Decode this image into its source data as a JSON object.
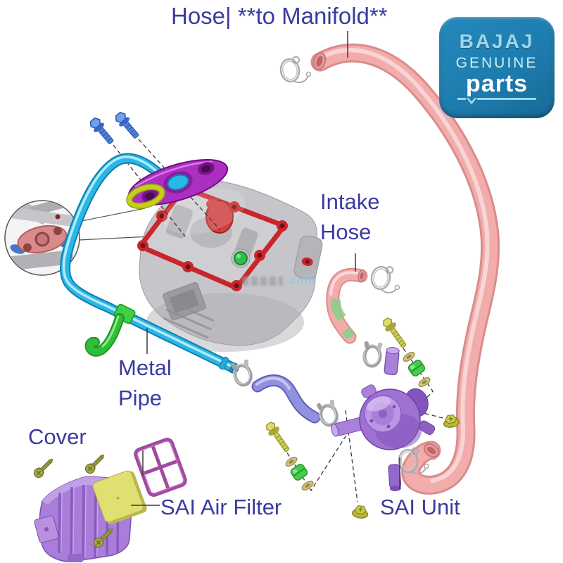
{
  "title": "Hose| **to Manifold**",
  "badge": {
    "brand": "BAJAJ",
    "genuine": "GENUINE",
    "parts": "parts"
  },
  "labels": {
    "intake_hose_line1": "Intake",
    "intake_hose_line2": "Hose",
    "metal_pipe_line1": "Metal",
    "metal_pipe_line2": "Pipe",
    "cover": "Cover",
    "sai_air_filter": "SAI Air Filter",
    "sai_unit": "SAI Unit"
  },
  "watermark_suffix": ".com",
  "colors": {
    "label_text": "#3A3AA0",
    "badge_bg": "#1E7CAE",
    "badge_text_light": "#9ED6EC",
    "hose_pink": "#F2ACAC",
    "pipe_cyan": "#2BB7E6",
    "connector_hose_purple": "#9191DE",
    "sai_unit_purple": "#9F72D2",
    "cover_purple": "#A97DD9",
    "filter_yellow": "#DCDC6E",
    "filter_frame_magenta": "#A04AA0",
    "flange_magenta": "#AB2FC0",
    "gasket_yellow": "#C6CE1E",
    "bolt_blue": "#4F80E0",
    "hardware_olive": "#C9C94A",
    "grommet_green": "#45CC4C",
    "head_gray": "#C6C6CA",
    "head_red": "#C9262C",
    "fitting_green": "#2FBE4A",
    "clamp_gray": "#9EA0A4"
  },
  "parts": [
    "hose-to-manifold",
    "intake-hose",
    "metal-pipe",
    "connector-hose",
    "sai-unit",
    "sai-air-filter",
    "filter-cover",
    "filter-frame",
    "cylinder-head",
    "mounting-flange",
    "flange-gasket",
    "flange-bolts",
    "mounting-bolts",
    "washers",
    "grommets",
    "spring-clamps",
    "wire-clamps",
    "cover-screws",
    "mounting-nuts",
    "pipe-bracket",
    "detail-inset"
  ]
}
